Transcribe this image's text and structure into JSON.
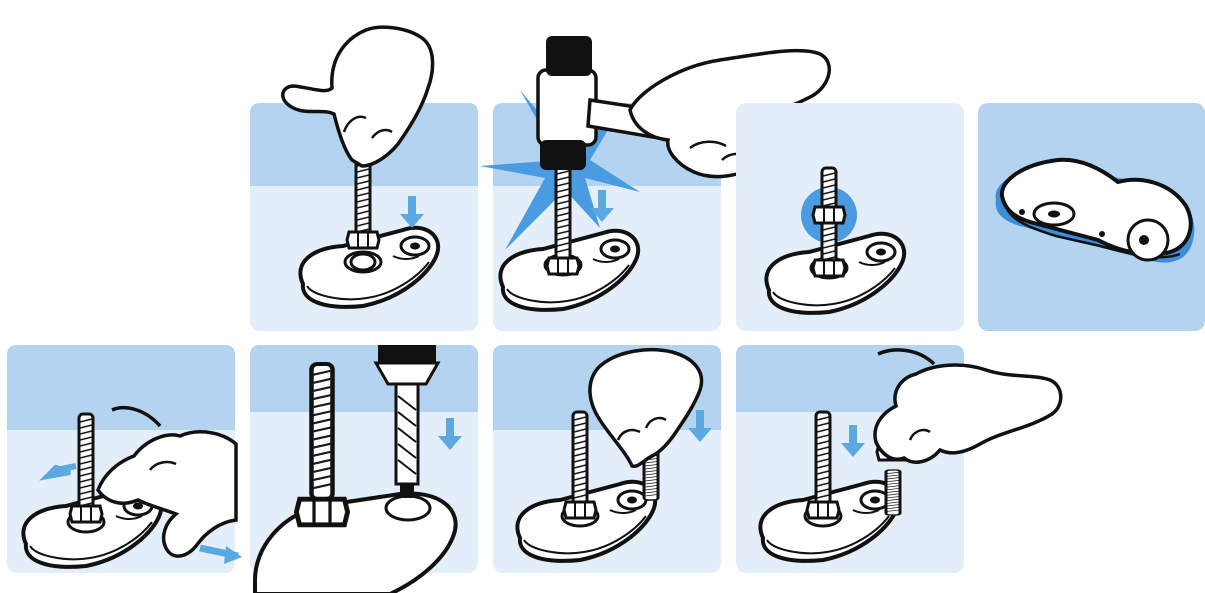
{
  "diagram": {
    "title": "",
    "panels": [
      {
        "id": "step-1",
        "caption": ""
      },
      {
        "id": "step-2",
        "caption": ""
      },
      {
        "id": "step-3",
        "caption": ""
      },
      {
        "id": "result",
        "caption": ""
      },
      {
        "id": "step-4",
        "caption": ""
      },
      {
        "id": "step-5",
        "caption": ""
      },
      {
        "id": "step-6",
        "caption": ""
      },
      {
        "id": "step-7",
        "caption": ""
      }
    ],
    "colors": {
      "panel_light": "#e3eef9",
      "panel_band": "#b3d3ef",
      "arrow": "#5aa9e0",
      "impact": "#4a9be0",
      "outline": "#111111",
      "metal": "#ffffff",
      "hammer_head": "#111111"
    },
    "icons": [
      "hand-icon",
      "threaded-stud-icon",
      "hex-nut-icon",
      "leveling-foot-base-icon",
      "hammer-icon",
      "drill-icon",
      "down-arrow-icon"
    ]
  }
}
